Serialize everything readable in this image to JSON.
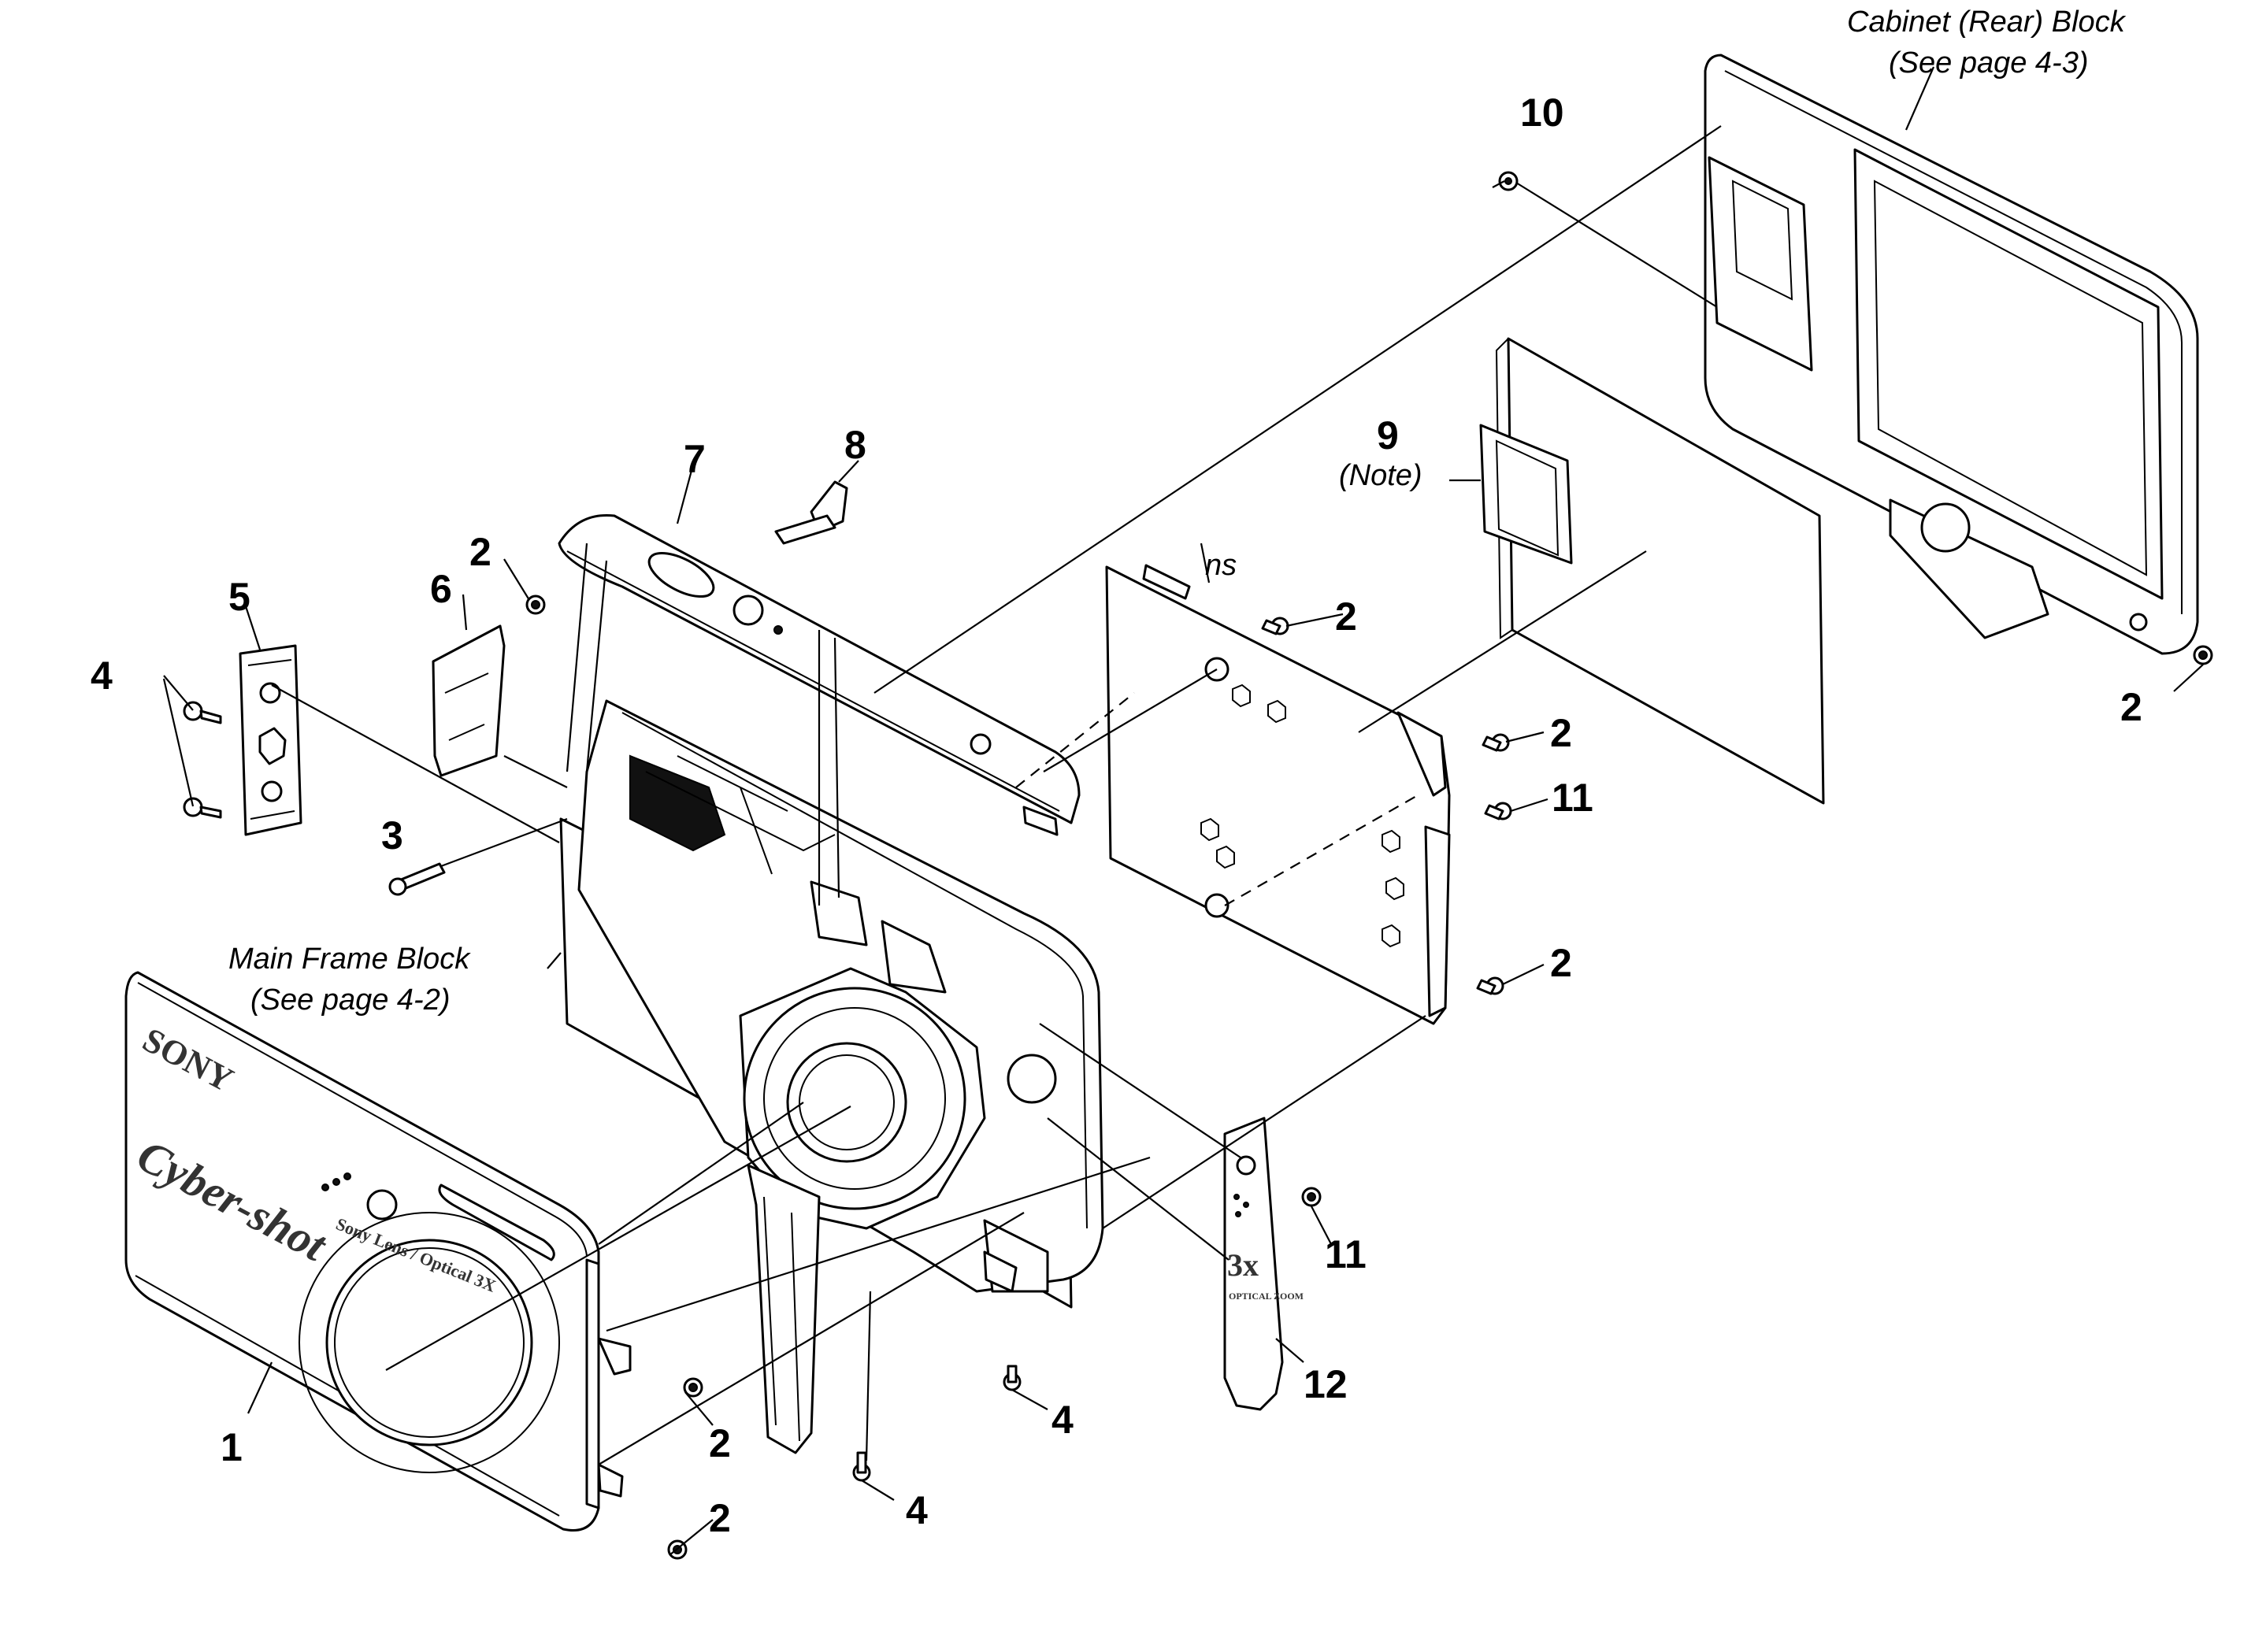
{
  "labels": {
    "cabinet_rear_block": "Cabinet (Rear) Block",
    "cabinet_rear_block_ref": "(See page 4-3)",
    "main_frame_block": "Main Frame Block",
    "main_frame_block_ref": "(See page 4-2)",
    "note": "(Note)",
    "ns": "ns"
  },
  "callouts": {
    "c1": "1",
    "c2a": "2",
    "c2b": "2",
    "c2c": "2",
    "c2d": "2",
    "c2e": "2",
    "c2f": "2",
    "c2g": "2",
    "c3": "3",
    "c4a": "4",
    "c4b": "4",
    "c4c": "4",
    "c5": "5",
    "c6": "6",
    "c7": "7",
    "c8": "8",
    "c9": "9",
    "c10": "10",
    "c11a": "11",
    "c11b": "11",
    "c12": "12"
  },
  "branding": {
    "brand": "SONY",
    "model": "Cyber-shot",
    "lens_text": "Sony Lens / Optical 3X",
    "zoom_badge": "3x",
    "zoom_badge_sub": "OPTICAL ZOOM"
  }
}
